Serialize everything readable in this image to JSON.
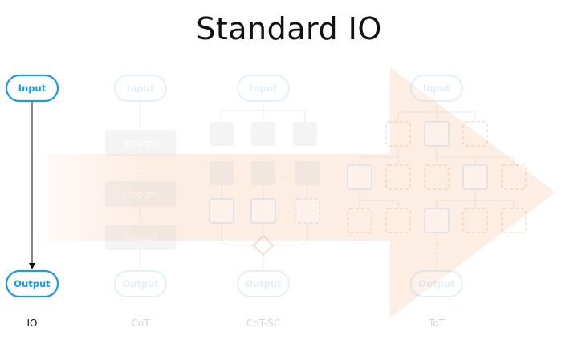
{
  "title": "Standard IO",
  "nodes": {
    "input": "Input",
    "output": "Output",
    "thought": "thought",
    "ellipsis": "..."
  },
  "columns": [
    "IO",
    "CoT",
    "CoT-SC",
    "ToT"
  ],
  "colors": {
    "accent": "#1a9ae8",
    "faded_accent": "#cfe6f8",
    "arrow_fill": "#fbd9c4",
    "gray_box": "#eeeeee",
    "text_dark": "#111111",
    "text_faded": "#d6d6d6"
  }
}
